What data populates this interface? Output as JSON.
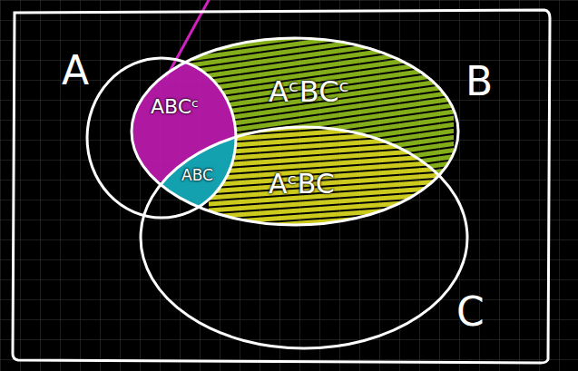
{
  "diagram": {
    "nodes": [
      {
        "text": [
          "A"
        ]
      },
      {
        "text": [
          "B"
        ]
      },
      {
        "text": [
          "C"
        ]
      }
    ],
    "labels": [
      "ABCᶜ",
      "AᶜBCᶜ",
      "ABC",
      "AᶜBC"
    ]
  }
}
